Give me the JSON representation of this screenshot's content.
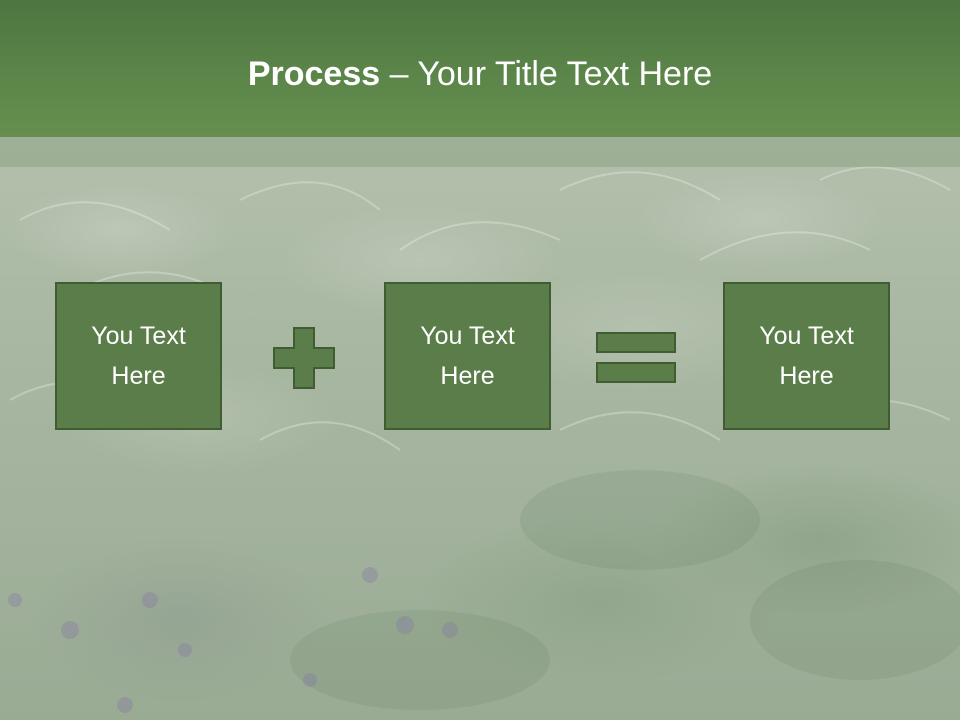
{
  "title": {
    "bold_part": "Process",
    "dash": " – ",
    "rest": "Your Title Text Here"
  },
  "steps": [
    {
      "label": "You Text Here"
    },
    {
      "label": "You Text Here"
    },
    {
      "label": "You Text Here"
    }
  ],
  "operators": [
    "plus",
    "equals"
  ],
  "colors": {
    "title_bar": "#5b8549",
    "box_fill": "#5a7d4a",
    "box_border": "#3f5c33",
    "operator_fill": "#5a7d4a"
  }
}
